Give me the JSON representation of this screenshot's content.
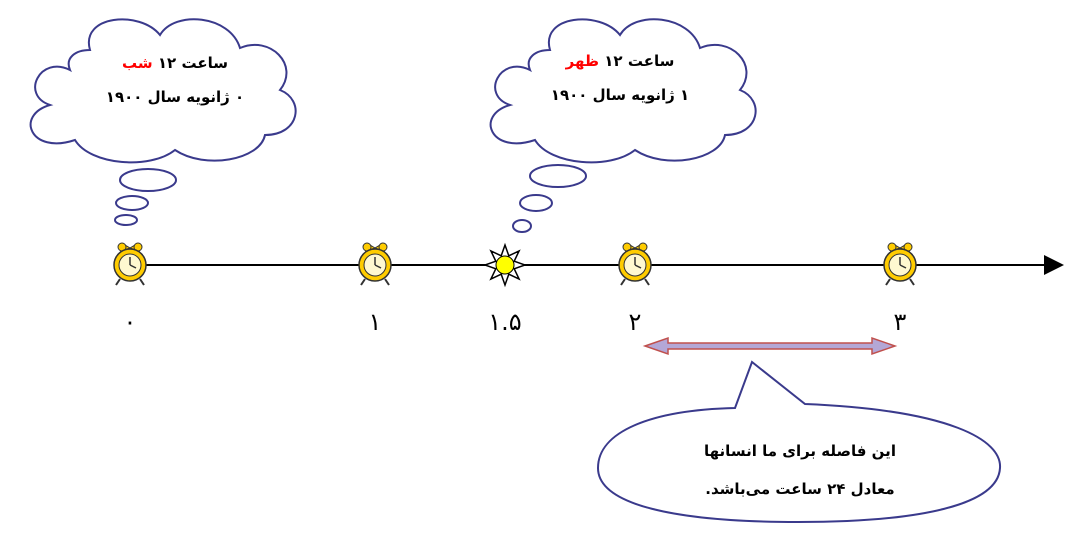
{
  "cloud_left": {
    "line1_prefix": "ساعت ۱۲",
    "line1_highlight": "شب",
    "line2": "۰ ژانویه سال ۱۹۰۰"
  },
  "cloud_right": {
    "line1_prefix": "ساعت ۱۲",
    "line1_highlight": "ظهر",
    "line2": "۱ ژانویه سال ۱۹۰۰"
  },
  "ticks": [
    {
      "label": "۰",
      "value": 0,
      "marker": "alarm-clock-icon"
    },
    {
      "label": "۱",
      "value": 1,
      "marker": "alarm-clock-icon"
    },
    {
      "label": "۱.۵",
      "value": 1.5,
      "marker": "sun-icon"
    },
    {
      "label": "۲",
      "value": 2,
      "marker": "alarm-clock-icon"
    },
    {
      "label": "۳",
      "value": 3,
      "marker": "alarm-clock-icon"
    }
  ],
  "callout": {
    "line1": "این فاصله برای ما انسانها",
    "line2": "معادل ۲۴ ساعت می‌باشد."
  },
  "colors": {
    "highlight": "#ff0000",
    "clock_yellow": "#ffcc00",
    "sun_yellow": "#ffff00",
    "arrow_fill": "#b4a7d6",
    "arrow_stroke": "#c0504d",
    "outline": "#3a3a8c"
  }
}
